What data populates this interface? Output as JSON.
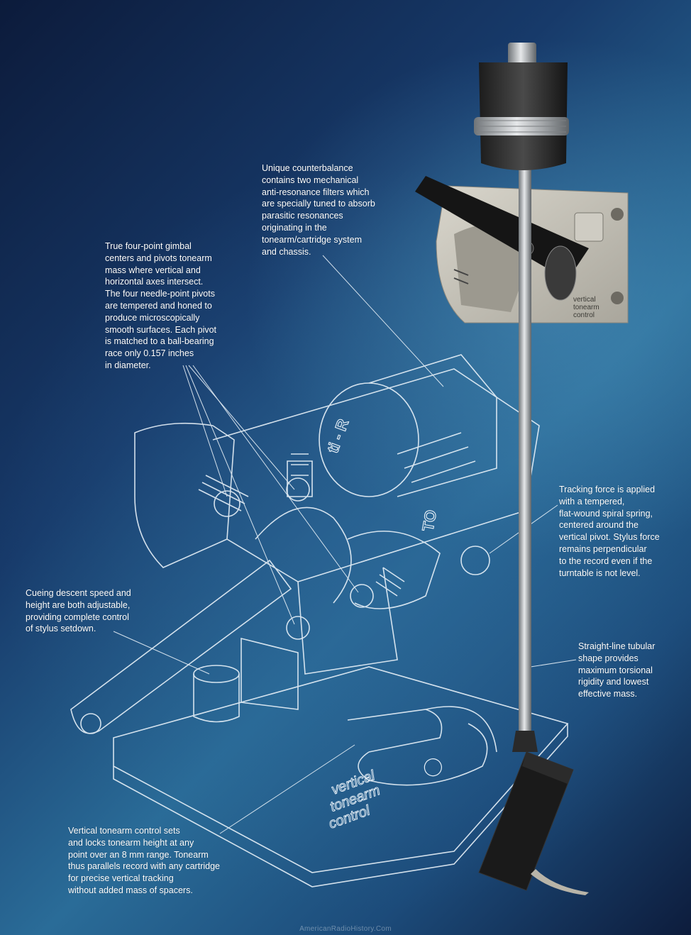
{
  "captions": {
    "counterbalance": "Unique counterbalance\ncontains two mechanical\nanti-resonance filters which\nare specially tuned to absorb\nparasitic resonances\noriginating in the\ntonearm/cartridge system\nand chassis.",
    "gimbal": "True four-point gimbal\ncenters and pivots tonearm\nmass where vertical and\nhorizontal axes intersect.\nThe four needle-point pivots\nare tempered and honed to\nproduce microscopically\nsmooth surfaces. Each pivot\nis matched to a ball-bearing\nrace only 0.157 inches\nin diameter.",
    "cueing": "Cueing descent speed and\nheight are both adjustable,\nproviding complete control\nof stylus setdown.",
    "tracking": "Tracking force is applied\nwith a tempered,\nflat-wound spiral spring,\ncentered around the\nvertical pivot. Stylus force\nremains perpendicular\nto the record even if the\nturntable is not level.",
    "straight": "Straight-line tubular\nshape provides\nmaximum torsional\nrigidity and lowest\neffective mass.",
    "vertical": "Vertical tonearm control sets\nand locks tonearm height at any\npoint over an 8 mm range. Tonearm\nthus parallels record with any cartridge\nfor precise vertical tracking\nwithout added mass of spacers."
  },
  "diagram_labels": {
    "base_control": "vertical\ntonearm\ncontrol",
    "inset_control": "vertical\ntonearm\ncontrol",
    "counterweight_text": "ti - R",
    "body_text": "TO"
  },
  "footer": {
    "watermark": "AmericanRadioHistory.Com"
  },
  "colors": {
    "background_dark": "#0c1b3b",
    "background_light": "#2a6c98",
    "line_art": "#e8f1f8",
    "arm_metal": "#c9ccd0",
    "headshell": "#1a1a1a"
  }
}
